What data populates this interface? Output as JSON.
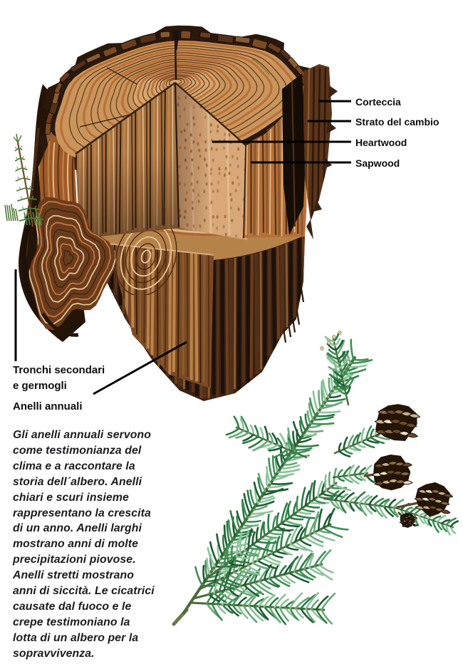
{
  "page": {
    "background": "#ffffff"
  },
  "labels": {
    "corteccia": "Corteccia",
    "strato_del_cambio": "Strato del cambio",
    "heartwood": "Heartwood",
    "sapwood": "Sapwood",
    "tronchi_secondari": "Tronchi secondari",
    "e_germogli": "e germogli",
    "anelli_annuali": "Anelli annuali"
  },
  "caption_lines": [
    "Gli anelli annuali servono",
    "come testimonianza del",
    "clima e a raccontare la",
    "storia dell´albero. Anelli",
    "chiari e scuri insieme",
    "rappresentano la crescita",
    "di un anno. Anelli larghi",
    "mostrano anni di molte",
    "precipitazioni piovose.",
    "Anelli stretti mostrano",
    "anni di siccità. Le cicatrici",
    "causate dal fuoco e le",
    "crepe testimoniano la",
    "lotta di un albero per la",
    "sopravvivenza."
  ],
  "palette": {
    "label_text": "#0e0e0e",
    "caption_text": "#1c1c1e",
    "leader_line": "#000000",
    "wood_light": "#e3bd8d",
    "wood_tan": "#c9955c",
    "wood_orange": "#b06028",
    "wood_dark": "#5a3115",
    "bark_darkest": "#1c100a",
    "bark_dark": "#2a180c",
    "bark_mid": "#6b3c1c",
    "bark_light": "#8a5a30",
    "heartwood_face": "#d8a878",
    "needle_dark": "#1d5c33",
    "needle_mid": "#2e7d46",
    "needle_light": "#8bc49a",
    "stem_green": "#4a6b3a",
    "cone_dark": "#241507",
    "cone_scale_light": "#c9b089",
    "cone_scale_pale": "#efe3cc"
  }
}
